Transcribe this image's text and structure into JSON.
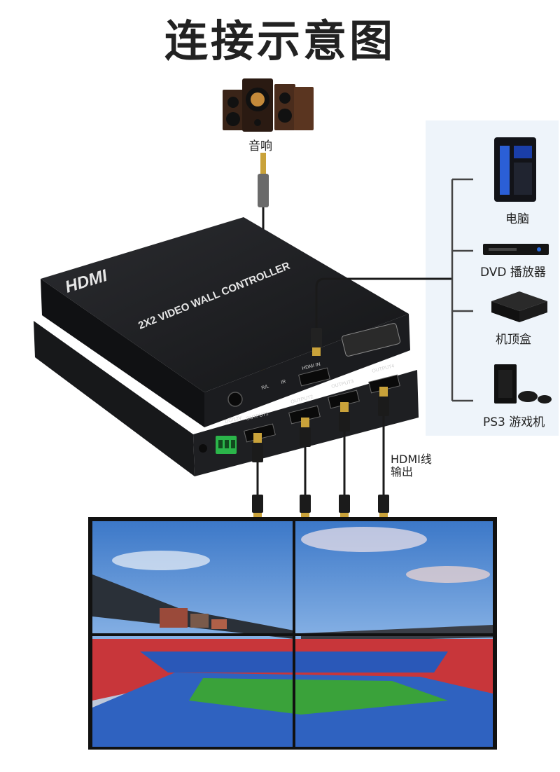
{
  "title": "连接示意图",
  "speaker": {
    "label": "音响"
  },
  "sources": [
    {
      "label": "电脑",
      "icon": "pc-tower-icon"
    },
    {
      "label": "DVD 播放器",
      "icon": "dvd-player-icon"
    },
    {
      "label": "机顶盒",
      "icon": "set-top-box-icon"
    },
    {
      "label": "PS3 游戏机",
      "icon": "game-console-icon"
    }
  ],
  "device": {
    "brand": "HDMI",
    "model": "2X2 VIDEO WALL CONTROLLER",
    "ports": {
      "hdmi_in": "HDMI IN",
      "rl": "R/L",
      "ir": "IR",
      "dc": "DC/12V",
      "out1": "OUTPUT1",
      "out2": "OUTPUT2",
      "out3": "OUTPUT3",
      "out4": "OUTPUT4"
    }
  },
  "hdmi_output_label": {
    "line1": "HDMI线",
    "line2": "输出"
  },
  "colors": {
    "device_body": "#1e1f22",
    "cable": "#1a1a1a",
    "plug_gold": "#c9a23a",
    "panel_bg": "#eef4fa"
  }
}
